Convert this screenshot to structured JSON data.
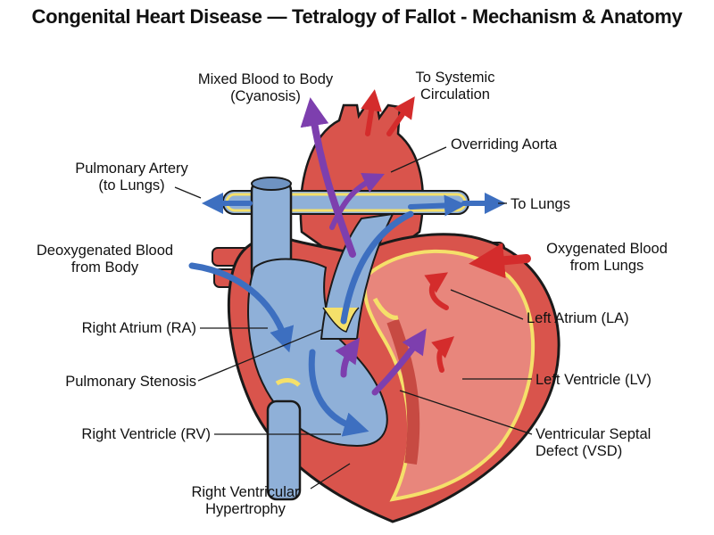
{
  "title": "Congenital Heart Disease — Tetralogy of Fallot - Mechanism & Anatomy",
  "labels": {
    "mixed_blood": [
      "Mixed Blood to Body",
      "(Cyanosis)"
    ],
    "to_systemic": [
      "To Systemic",
      "Circulation"
    ],
    "overriding_aorta": "Overriding Aorta",
    "pulmonary_artery": [
      "Pulmonary Artery",
      "(to Lungs)"
    ],
    "to_lungs": "To Lungs",
    "deoxygenated_blood": [
      "Deoxygenated Blood",
      "from Body"
    ],
    "oxygenated_blood": [
      "Oxygenated Blood",
      "from Lungs"
    ],
    "right_atrium": "Right Atrium (RA)",
    "left_atrium": "Left Atrium (LA)",
    "pulmonary_stenosis": "Pulmonary Stenosis",
    "left_ventricle": "Left Ventricle (LV)",
    "right_ventricle": "Right Ventricle (RV)",
    "vsd": [
      "Ventricular Septal",
      "Defect (VSD)"
    ],
    "rv_hypertrophy": [
      "Right Ventricular",
      "Hypertrophy"
    ]
  },
  "colors": {
    "deoxygenated": "#8fb0d8",
    "oxygenated": "#e06a5e",
    "mixed": "#8a4fb5",
    "valve": "#f5e06a",
    "outline": "#1a1a1a"
  }
}
